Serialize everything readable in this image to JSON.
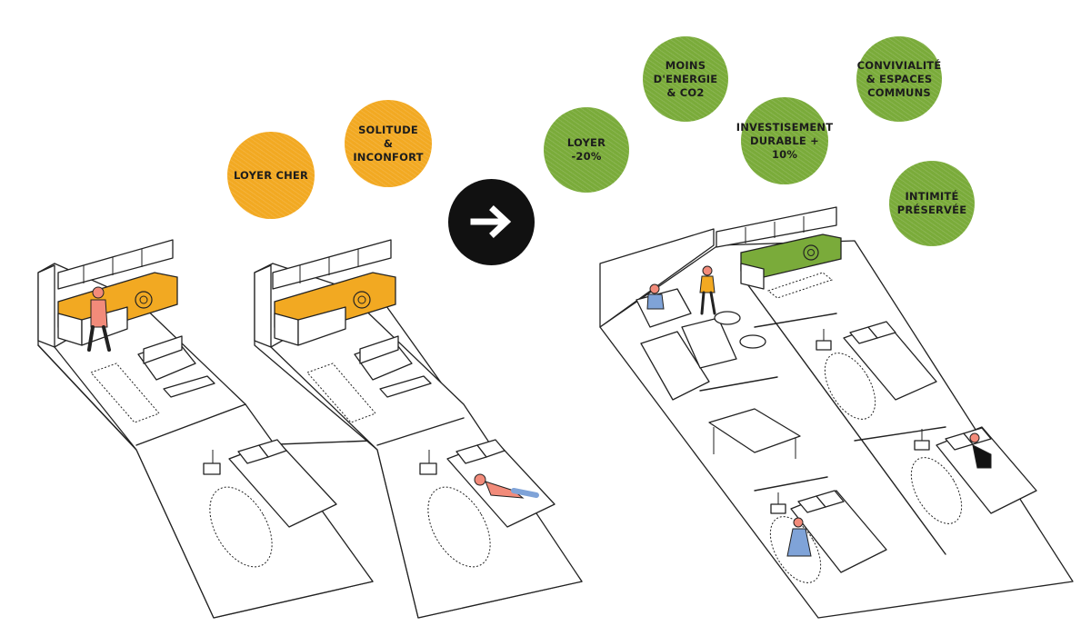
{
  "bubbles_before": [
    {
      "id": "loyer-cher",
      "label": "LOYER CHER"
    },
    {
      "id": "solitude",
      "label": "SOLITUDE\n& INCONFORT"
    }
  ],
  "bubbles_after": [
    {
      "id": "loyer-moins",
      "label": "LOYER\n-20%"
    },
    {
      "id": "moins-energie",
      "label": "MOINS\nD'ENERGIE\n& CO2"
    },
    {
      "id": "investissement",
      "label": "INVESTISEMENT\nDURABLE + 10%"
    },
    {
      "id": "convivialite",
      "label": "CONVIVIALITÉ\n& ESPACES\nCOMMUNS"
    },
    {
      "id": "intimite",
      "label": "INTIMITÉ\nPRÉSERVÉE"
    }
  ],
  "colors": {
    "before_accent": "#f2a922",
    "after_accent": "#7aab3a",
    "arrow": "#111111",
    "person_skin": "#f28b7a",
    "person_shirt_blue": "#7fa3d8"
  },
  "icons": {
    "transition": "arrow-right-icon"
  }
}
